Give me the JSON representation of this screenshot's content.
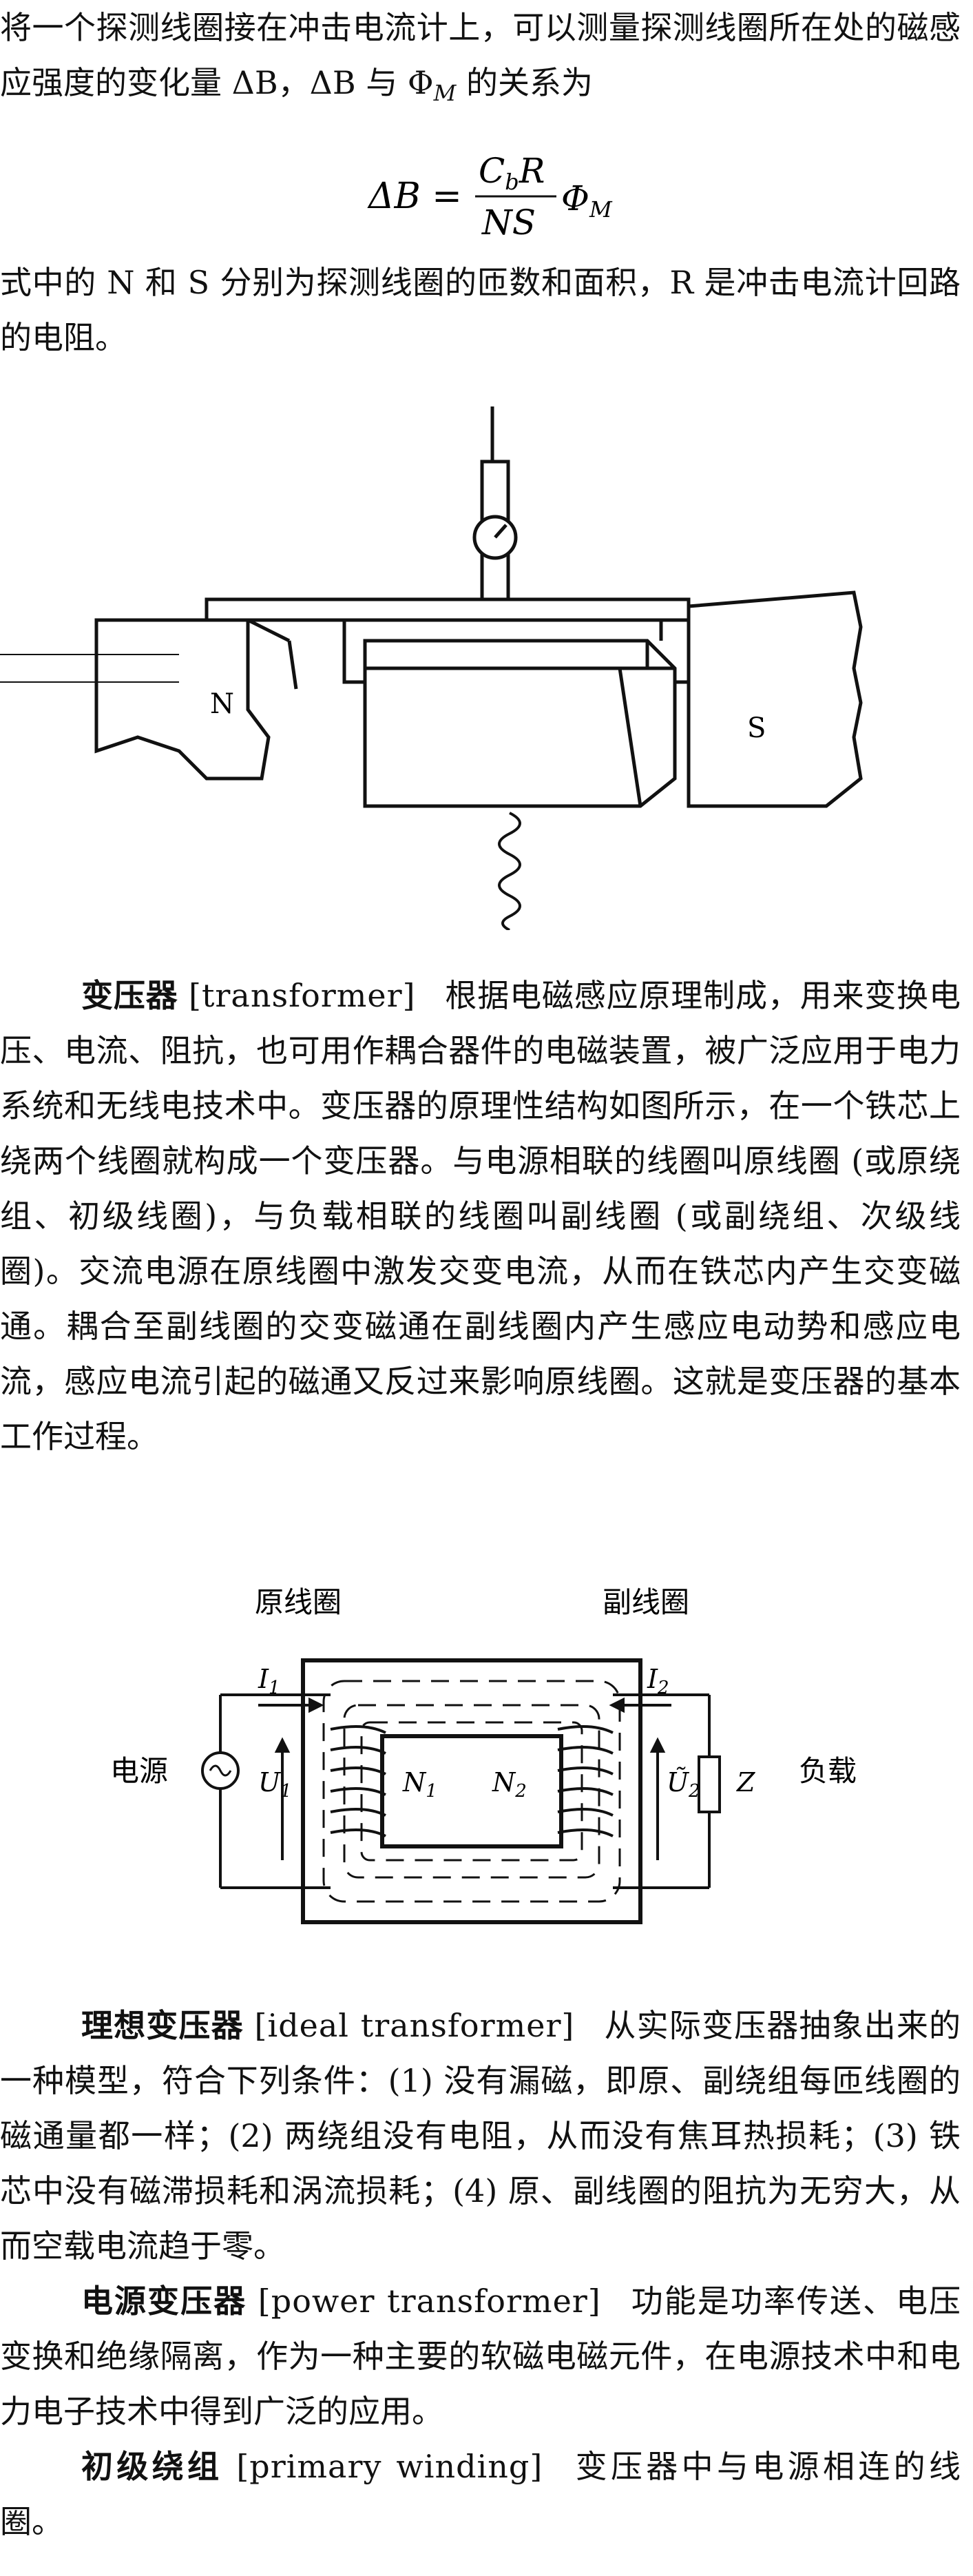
{
  "intro": {
    "text_1": "将一个探测线圈接在冲击电流计上，可以测量探测线圈所在处的磁感应强度的变化量 ΔB，ΔB 与 Φ",
    "text_1_sub": "M",
    "text_1_end": " 的关系为"
  },
  "formula": {
    "lhs": "ΔB =",
    "numerator": "C",
    "numerator_sub": "b",
    "numerator_end": "R",
    "denominator": "NS",
    "rhs": "Φ",
    "rhs_sub": "M"
  },
  "explanation": "式中的 N 和 S 分别为探测线圈的匝数和面积，R 是冲击电流计回路的电阻。",
  "figure1": {
    "label_n": "N",
    "label_s": "S"
  },
  "entries": [
    {
      "term": "变压器",
      "english": "[transformer]",
      "definition": "根据电磁感应原理制成，用来变换电压、电流、阻抗，也可用作耦合器件的电磁装置，被广泛应用于电力系统和无线电技术中。变压器的原理性结构如图所示，在一个铁芯上绕两个线圈就构成一个变压器。与电源相联的线圈叫原线圈 (或原绕组、初级线圈)，与负载相联的线圈叫副线圈 (或副绕组、次级线圈)。交流电源在原线圈中激发交变电流，从而在铁芯内产生交变磁通。耦合至副线圈的交变磁通在副线圈内产生感应电动势和感应电流，感应电流引起的磁通又反过来影响原线圈。这就是变压器的基本工作过程。"
    },
    {
      "term": "理想变压器",
      "english": "[ideal transformer]",
      "definition": "从实际变压器抽象出来的一种模型，符合下列条件：(1) 没有漏磁，即原、副绕组每匝线圈的磁通量都一样；(2) 两绕组没有电阻，从而没有焦耳热损耗；(3) 铁芯中没有磁滞损耗和涡流损耗；(4) 原、副线圈的阻抗为无穷大，从而空载电流趋于零。"
    },
    {
      "term": "电源变压器",
      "english": "[power transformer]",
      "definition": "功能是功率传送、电压变换和绝缘隔离，作为一种主要的软磁电磁元件，在电源技术中和电力电子技术中得到广泛的应用。"
    },
    {
      "term": "初级绕组",
      "english": "[primary winding]",
      "definition": "变压器中与电源相连的线圈。"
    }
  ],
  "figure2": {
    "primary_label": "原线圈",
    "secondary_label": "副线圈",
    "source_label": "电源",
    "load_label": "负载",
    "i1": "I",
    "i1_sub": "1",
    "i2": "I",
    "i2_sub": "2",
    "u1": "U",
    "u1_sub": "1",
    "u2": "Ũ",
    "u2_sub": "2",
    "n1": "N",
    "n1_sub": "1",
    "n2": "N",
    "n2_sub": "2",
    "z": "Z"
  }
}
